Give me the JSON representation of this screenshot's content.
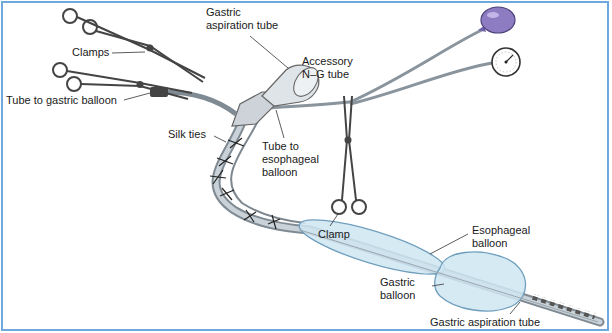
{
  "diagram": {
    "labels": [
      "Gastric aspiration tube",
      "Clamps",
      "Tube to gastric balloon",
      "Silk ties",
      "Accessory N–G tube",
      "Tube to esophageal balloon",
      "Clamp",
      "Esophageal balloon",
      "Gastric balloon",
      "Gastric aspiration tube"
    ]
  }
}
